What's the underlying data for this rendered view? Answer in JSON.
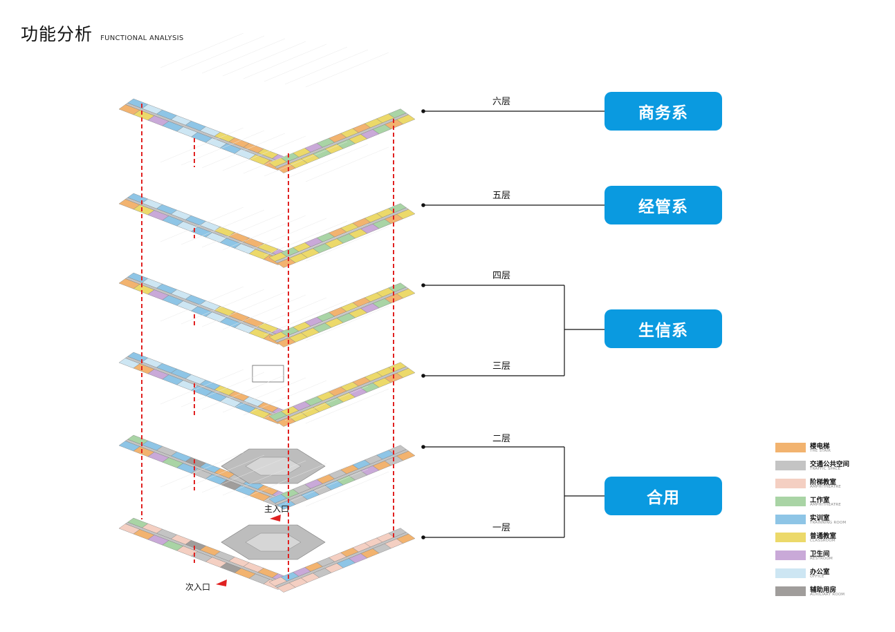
{
  "header": {
    "title_zh": "功能分析",
    "title_en": "FUNCTIONAL ANALYSIS"
  },
  "floors": [
    {
      "id": "f6",
      "label": "六层",
      "department": "商务系"
    },
    {
      "id": "f5",
      "label": "五层",
      "department": "经管系"
    },
    {
      "id": "f4",
      "label": "四层",
      "department": "生信系"
    },
    {
      "id": "f3",
      "label": "三层",
      "department": "生信系"
    },
    {
      "id": "f2",
      "label": "二层",
      "department": "合用"
    },
    {
      "id": "f1",
      "label": "一层",
      "department": "合用"
    }
  ],
  "departments": [
    "商务系",
    "经管系",
    "生信系",
    "合用"
  ],
  "entrances": {
    "main": "主入口",
    "secondary": "次入口"
  },
  "legend": [
    {
      "zh": "楼电梯",
      "en": "THE STAIR",
      "color": "#f2b36f"
    },
    {
      "zh": "交通公共空间",
      "en": "TRAFFIC SPACE",
      "color": "#c4c4c4"
    },
    {
      "zh": "阶梯教室",
      "en": "AMPHITHEATRE",
      "color": "#f4cfc2"
    },
    {
      "zh": "工作室",
      "en": "AMPHITHEATRE",
      "color": "#a9d4a5"
    },
    {
      "zh": "实训室",
      "en": "TRAINNING ROOM",
      "color": "#8ec5e6"
    },
    {
      "zh": "普通教室",
      "en": "CLASSROOM",
      "color": "#ecd96a"
    },
    {
      "zh": "卫生间",
      "en": "RESTROOM",
      "color": "#c9a9d8"
    },
    {
      "zh": "办公室",
      "en": "OFFICE",
      "color": "#cde6f3"
    },
    {
      "zh": "辅助用房",
      "en": "AUXILIARY ROOM",
      "color": "#a09d9b"
    }
  ],
  "colors": {
    "accent": "#0a9ae0",
    "axis_line": "#e02020"
  }
}
